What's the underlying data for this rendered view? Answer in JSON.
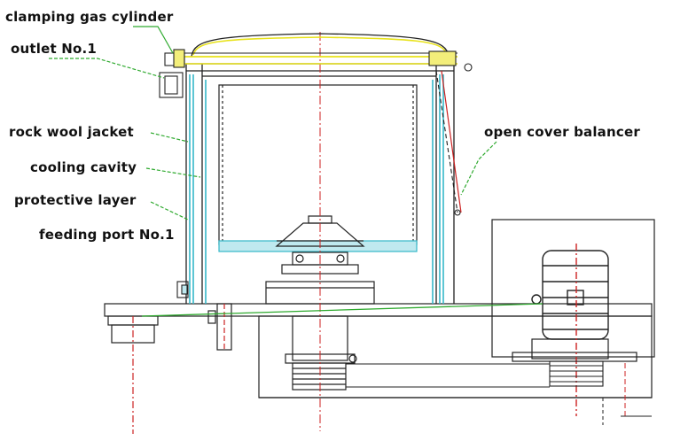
{
  "labels": {
    "clamping_gas_cylinder": "clamping gas cylinder",
    "outlet_no1": "outlet No.1",
    "rock_wool_jacket": "rock wool jacket",
    "cooling_cavity": "cooling cavity",
    "protective_layer": "protective layer",
    "feeding_port_no1": "feeding port No.1",
    "open_cover_balancer": "open cover balancer"
  },
  "colors": {
    "outline": "#222222",
    "centerline": "#cc2222",
    "leader": "#2faa2f",
    "cover": "#e8e21a",
    "jacket": "#35b8c9"
  }
}
